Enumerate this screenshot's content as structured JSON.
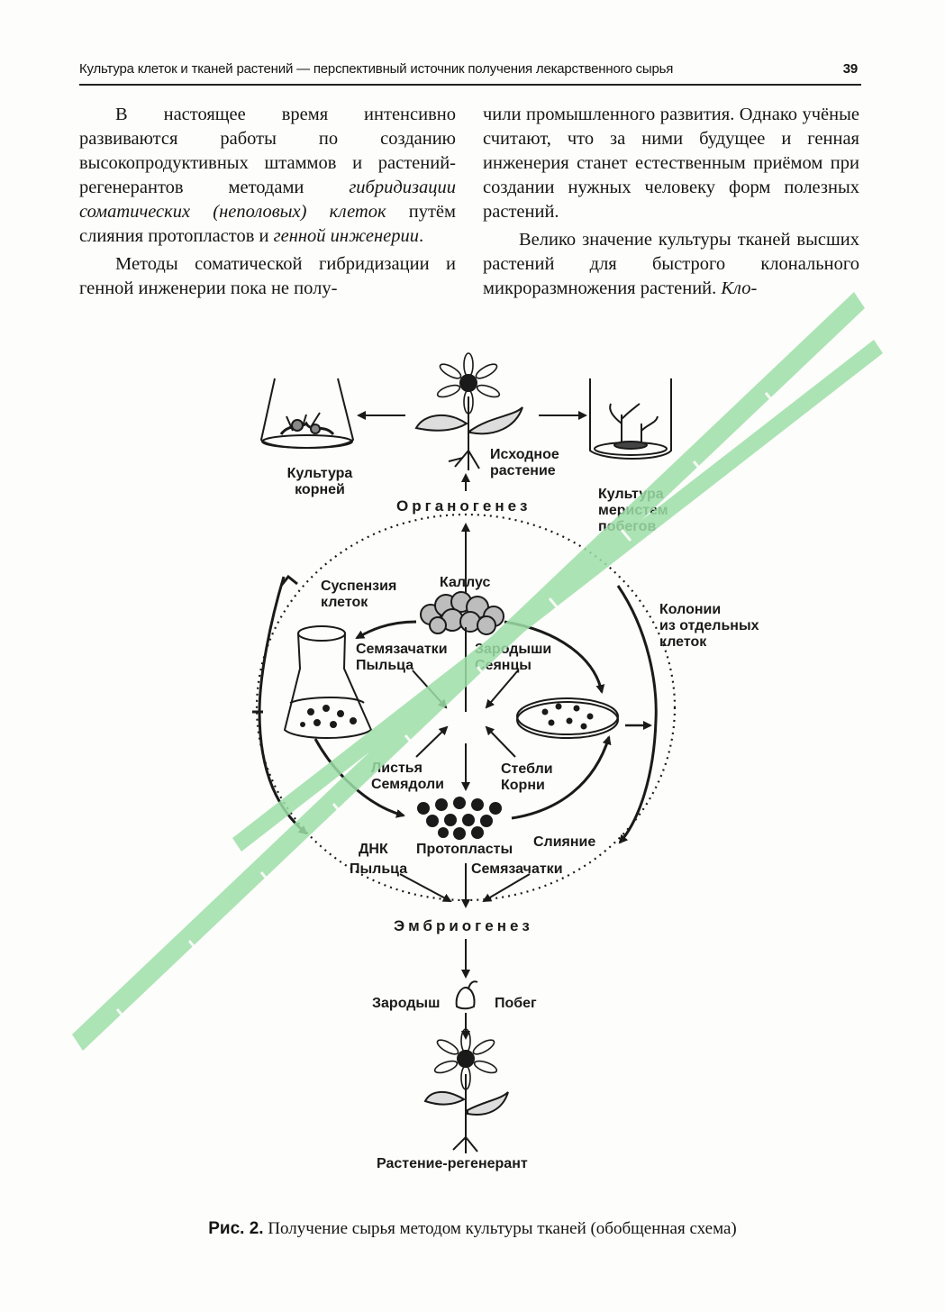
{
  "header": {
    "running_title": "Культура клеток и тканей растений — перспективный источник получения лекарственного сырья",
    "page_number": "39"
  },
  "text": {
    "left": {
      "p1_a": "В настоящее время интенсивно развиваются работы по созданию высокопродуктивных штаммов и растений-регенерантов методами ",
      "p1_em1": "гибридизации соматических (неполовых) клеток",
      "p1_b": " путём слияния протопластов и ",
      "p1_em2": "генной инженерии",
      "p1_c": ".",
      "p2": "Методы соматической гибридизации и генной инженерии пока не полу-"
    },
    "right": {
      "p1": "чили промышленного развития. Однако учёные считают, что за ними будущее и генная инженерия станет естественным приёмом при создании нужных человеку форм полезных растений.",
      "p2_a": "Велико значение культуры тканей высших растений для быстрого клонального микроразмножения растений. ",
      "p2_em": "Кло-"
    }
  },
  "diagram": {
    "root_culture": "Культура корней",
    "root_culture_l1": "Культура",
    "root_culture_l2": "корней",
    "source_plant_l1": "Исходное",
    "source_plant_l2": "растение",
    "meristem_l1": "Культура",
    "meristem_l2": "меристем",
    "meristem_l3": "побегов",
    "organogenesis": "Органогенез",
    "suspension_l1": "Суспензия",
    "suspension_l2": "клеток",
    "callus": "Каллус",
    "colonies_l1": "Колонии",
    "colonies_l2": "из отдельных",
    "colonies_l3": "клеток",
    "ovules": "Семязачатки",
    "pollen": "Пыльца",
    "embryos": "Зародыши",
    "seedlings": "Сеянцы",
    "leaves": "Листья",
    "cotyledons": "Семядоли",
    "stems": "Стебли",
    "roots": "Корни",
    "dna": "ДНК",
    "pollen2": "Пыльца",
    "protoplasts": "Протопласты",
    "fusion": "Слияние",
    "ovules2": "Семязачатки",
    "embryogenesis": "Эмбриогенез",
    "embryo": "Зародыш",
    "shoot": "Побег",
    "regenerant": "Растение-регенерант"
  },
  "caption": {
    "label": "Рис. 2.",
    "text": " Получение сырья методом культуры тканей (обобщенная схема)"
  },
  "colors": {
    "watermark": "#9edfa8",
    "ink": "#1a1a1a"
  }
}
